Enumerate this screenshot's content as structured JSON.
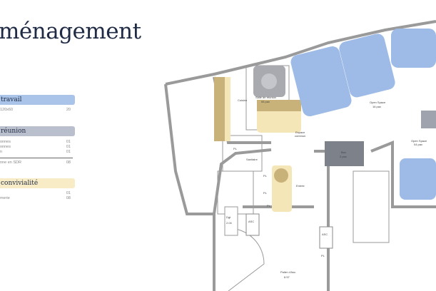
{
  "title": "ménagement",
  "legend": {
    "sections": [
      {
        "label": "travail",
        "color": "#a9c4e8",
        "rows": [
          {
            "label": "120x60",
            "value": "20"
          }
        ]
      },
      {
        "label": "réunion",
        "color": "#b9bfcc",
        "rows": [
          {
            "label": "onnes",
            "value": "01"
          },
          {
            "label": "onnes",
            "value": "01"
          },
          {
            "label": "n",
            "value": "01"
          }
        ],
        "total": {
          "label": "nne en SDR",
          "value": "08"
        }
      },
      {
        "label": "convivialité",
        "color": "#f7ecc6",
        "rows": [
          {
            "label": "",
            "value": "01"
          },
          {
            "label": "merie",
            "value": "08"
          }
        ]
      }
    ]
  },
  "plan": {
    "rooms": {
      "cuisine": "Cuisine",
      "salle_reunion": "Salle de réunion",
      "salle_reunion_cap": "06 pax",
      "open_space_1": "Open Space",
      "open_space_1_cap": "16 pax",
      "open_space_2": "Open Space",
      "open_space_2_cap": "04 pax",
      "espace_commun": "Espace",
      "espace_commun_2": "commun",
      "sanitaire": "Sanitaire",
      "entree": "Entrée",
      "box": "Box",
      "box_cap": "2 pax",
      "dgt": "Dgt",
      "dgt_area": "2.04",
      "palier": "Palier d'Asc.",
      "palier_area": "6.57",
      "asc": "ASC",
      "pl": "PL"
    },
    "colors": {
      "work": "#9dbbe6",
      "meeting": "#9ea3ad",
      "convivial": "#f5e6b8",
      "wall": "#9a9a9a"
    }
  }
}
